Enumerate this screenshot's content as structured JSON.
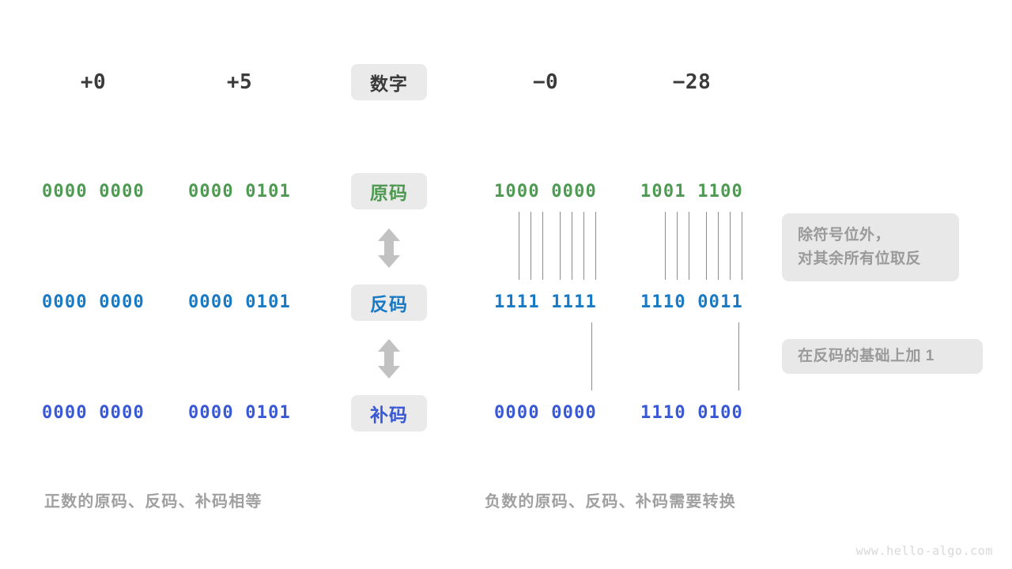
{
  "watermark": "www.hello-algo.com",
  "header": {
    "label_badge": "数字",
    "columns": [
      "+0",
      "+5",
      "−0",
      "−28"
    ]
  },
  "rows": [
    {
      "badge": "原码",
      "color": "#4e9a52",
      "values": [
        "0000 0000",
        "0000 0101",
        "1000 0000",
        "1001 1100"
      ]
    },
    {
      "badge": "反码",
      "color": "#1879c4",
      "values": [
        "0000 0000",
        "0000 0101",
        "1111 1111",
        "1110 0011"
      ]
    },
    {
      "badge": "补码",
      "color": "#3858d6",
      "values": [
        "0000 0000",
        "0000 0101",
        "0000 0000",
        "1110 0100"
      ]
    }
  ],
  "notes": {
    "invert": {
      "line1": "除符号位外，",
      "line2": "对其余所有位取反"
    },
    "plus_one": "在反码的基础上加 1"
  },
  "captions": {
    "left": "正数的原码、反码、补码相等",
    "right": "负数的原码、反码、补码需要转换"
  },
  "icons": {
    "arrow_updown": "arrow-up-down-icon"
  }
}
